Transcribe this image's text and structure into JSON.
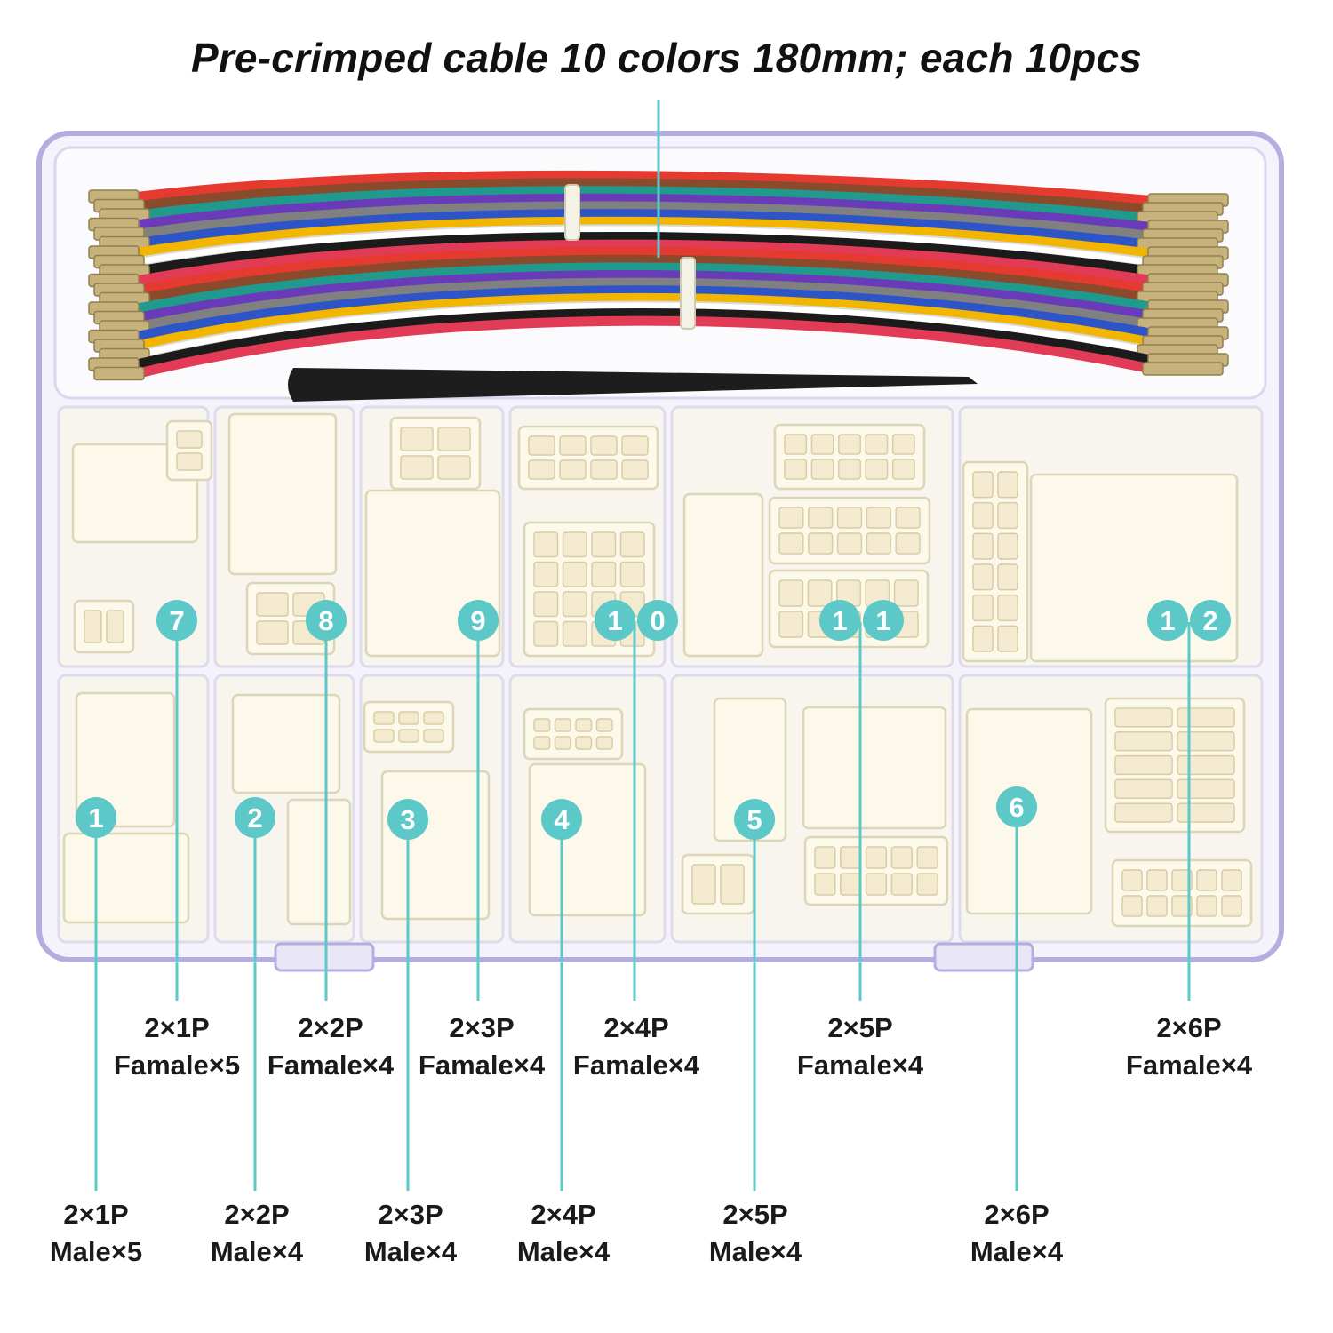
{
  "headline": "Pre-crimped cable 10 colors 180mm; each 10pcs",
  "colors": {
    "accent": "#5cc8c8",
    "box_outline": "#b3aee0",
    "box_fill": "#f4f3fb",
    "compartment": "#f7f5ee",
    "connector": "#fdf9ea",
    "tweezer": "#1d1d1d",
    "terminal": "#c6b27a"
  },
  "wire_colors": [
    "#e53a2f",
    "#8a4a2c",
    "#1f9a8c",
    "#6a3bb8",
    "#808080",
    "#2d55c8",
    "#f2b500",
    "#ffffff",
    "#1b1b1b",
    "#e23b55"
  ],
  "badges": [
    "1",
    "2",
    "3",
    "4",
    "5",
    "6",
    "7",
    "8",
    "9",
    "1",
    "0",
    "1",
    "1",
    "1",
    "2"
  ],
  "female": [
    {
      "size": "2×1P",
      "qty": "Famale×5"
    },
    {
      "size": "2×2P",
      "qty": "Famale×4"
    },
    {
      "size": "2×3P",
      "qty": "Famale×4"
    },
    {
      "size": "2×4P",
      "qty": "Famale×4"
    },
    {
      "size": "2×5P",
      "qty": "Famale×4"
    },
    {
      "size": "2×6P",
      "qty": "Famale×4"
    }
  ],
  "male": [
    {
      "size": "2×1P",
      "qty": "Male×5"
    },
    {
      "size": "2×2P",
      "qty": "Male×4"
    },
    {
      "size": "2×3P",
      "qty": "Male×4"
    },
    {
      "size": "2×4P",
      "qty": "Male×4"
    },
    {
      "size": "2×5P",
      "qty": "Male×4"
    },
    {
      "size": "2×6P",
      "qty": "Male×4"
    }
  ]
}
